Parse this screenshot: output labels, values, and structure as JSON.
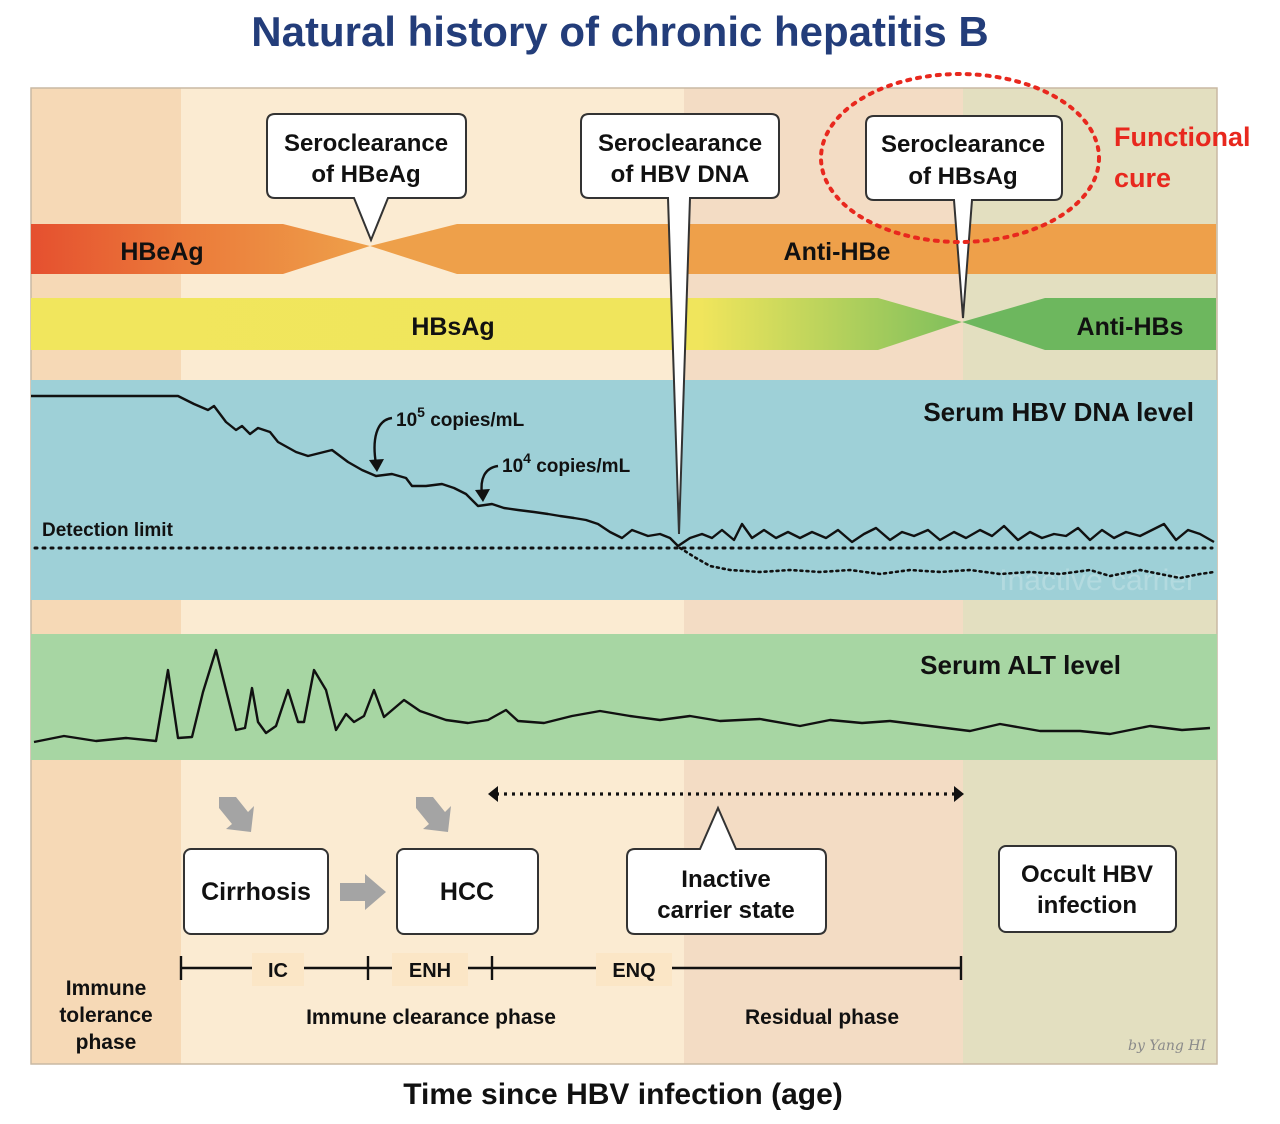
{
  "title": "Natural history of chronic hepatitis B",
  "x_axis_label": "Time since HBV infection (age)",
  "callouts": {
    "hbeag_line1": "Seroclearance",
    "hbeag_line2": "of HBeAg",
    "dna_line1": "Seroclearance",
    "dna_line2": "of HBV DNA",
    "hbsag_line1": "Seroclearance",
    "hbsag_line2": "of HBsAg"
  },
  "functional_cure": {
    "line1": "Functional",
    "line2": "cure"
  },
  "bands": {
    "hbeag": "HBeAg",
    "anti_hbe": "Anti-HBe",
    "hbsag": "HBsAg",
    "anti_hbs": "Anti-HBs"
  },
  "dna_panel": {
    "title": "Serum HBV DNA level",
    "annotation1_base": "10",
    "annotation1_exp": "5",
    "annotation1_unit": " copies/mL",
    "annotation2_base": "10",
    "annotation2_exp": "4",
    "annotation2_unit": " copies/mL",
    "detection_limit": "Detection limit",
    "watermark": "Inactive carrier"
  },
  "alt_panel": {
    "title": "Serum ALT level"
  },
  "outcomes": {
    "cirrhosis": "Cirrhosis",
    "hcc": "HCC",
    "inactive_line1": "Inactive",
    "inactive_line2": "carrier state",
    "occult_line1": "Occult HBV",
    "occult_line2": "infection"
  },
  "subphases": {
    "ic": "IC",
    "enh": "ENH",
    "enq": "ENQ"
  },
  "phases": {
    "immune_tolerance_line1": "Immune",
    "immune_tolerance_line2": "tolerance",
    "immune_tolerance_line3": "phase",
    "immune_clearance": "Immune clearance phase",
    "residual": "Residual phase"
  },
  "signature": "by Yang HI",
  "colors": {
    "title": "#233d7a",
    "functional_cure": "#e8281e",
    "immune_tolerance_bg": "#f6d9b6",
    "immune_clearance_bg": "#fbebd2",
    "residual_bg": "#f3dcc4",
    "occult_bg": "#e3dfc0",
    "dna_panel": "#9ed0d7",
    "alt_panel": "#a7d6a3",
    "hbeag_band": "#e5502f",
    "anti_hbe_band": "#eea04a",
    "hbsag_band": "#f1e65d",
    "anti_hbs_band": "#6db75e"
  }
}
